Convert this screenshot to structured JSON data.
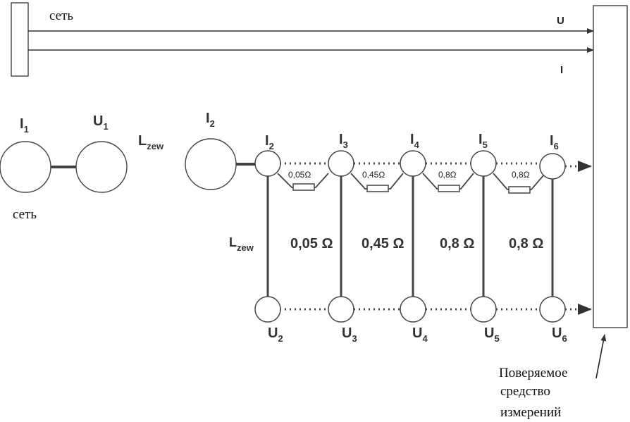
{
  "network_top": "сеть",
  "network_bottom": "сеть",
  "signals": {
    "voltage": "U",
    "current": "I"
  },
  "source": {
    "i_label": "I",
    "i_sub": "1",
    "u_label": "U",
    "u_sub": "1"
  },
  "external": {
    "l_label": "L",
    "l_sub": "zew",
    "i_label": "I",
    "i_sub": "2"
  },
  "vertical_l": {
    "label": "L",
    "sub": "zew"
  },
  "top_nodes": [
    {
      "label": "I",
      "sub": "2"
    },
    {
      "label": "I",
      "sub": "3"
    },
    {
      "label": "I",
      "sub": "4"
    },
    {
      "label": "I",
      "sub": "5"
    },
    {
      "label": "I",
      "sub": "6"
    }
  ],
  "bottom_nodes": [
    {
      "label": "U",
      "sub": "2"
    },
    {
      "label": "U",
      "sub": "3"
    },
    {
      "label": "U",
      "sub": "4"
    },
    {
      "label": "U",
      "sub": "5"
    },
    {
      "label": "U",
      "sub": "6"
    }
  ],
  "series_resistors": [
    "0,05Ω",
    "0,45Ω",
    "0,8Ω",
    "0,8Ω"
  ],
  "branch_resistances": [
    "0,05 Ω",
    "0,45 Ω",
    "0,8 Ω",
    "0,8 Ω"
  ],
  "device_caption": [
    "Поверяемое",
    "средство",
    "измерений"
  ]
}
